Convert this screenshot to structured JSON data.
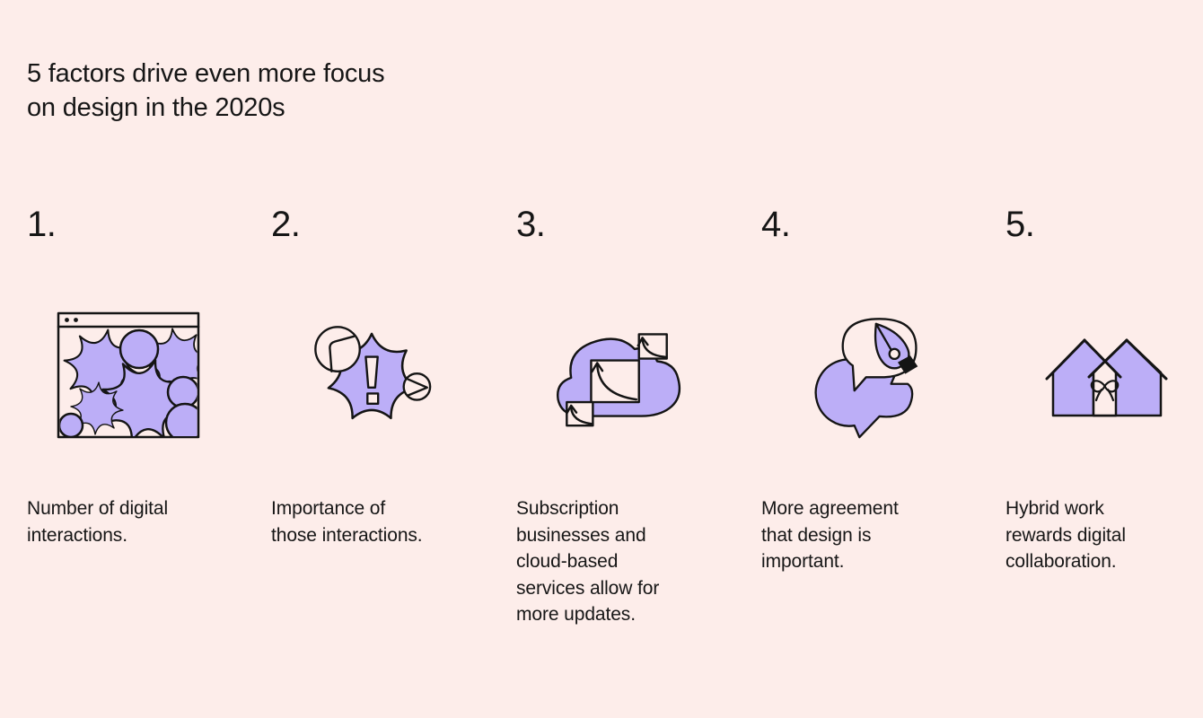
{
  "theme": {
    "background_color": "#fdedea",
    "illustration_purple": "#bcaef7",
    "outline_color": "#141414"
  },
  "header": {
    "title": "5 factors drive even more focus\non design in the 2020s"
  },
  "factors": [
    {
      "number": "1.",
      "icon": "browser-interactions-icon",
      "description": "Number of digital\ninteractions."
    },
    {
      "number": "2.",
      "icon": "alert-burst-icon",
      "description": "Importance of\nthose interactions."
    },
    {
      "number": "3.",
      "icon": "cloud-updates-icon",
      "description": "Subscription\nbusinesses and\ncloud-based\nservices allow for\nmore updates."
    },
    {
      "number": "4.",
      "icon": "speech-bubbles-pen-icon",
      "description": "More agreement\nthat design is\nimportant."
    },
    {
      "number": "5.",
      "icon": "twin-houses-icon",
      "description": "Hybrid work\nrewards digital\ncollaboration."
    }
  ]
}
